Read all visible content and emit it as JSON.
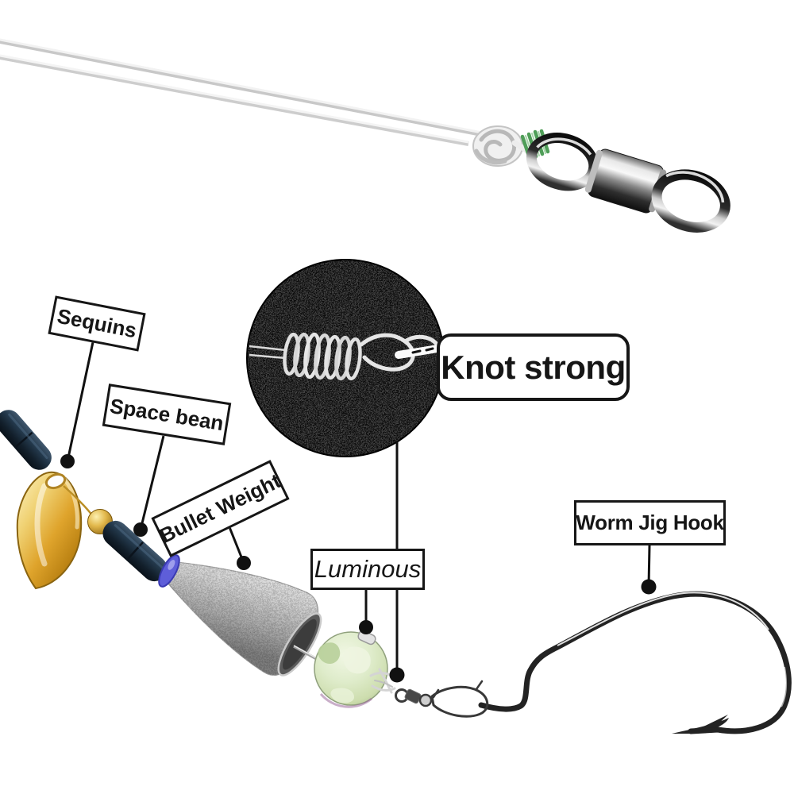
{
  "labels": {
    "sequins": "Sequins",
    "space_bean": "Space bean",
    "bullet_weight": "Bullet Weight",
    "luminous": "Luminous",
    "knot_strong": "Knot strong",
    "worm_jig_hook": "Worm Jig Hook"
  },
  "parts": [
    "fishing-line",
    "line-knot",
    "barrel-swivel",
    "knot-magnifier-circle",
    "spinner-blade-sequin",
    "space-bean-upper",
    "gold-bead",
    "space-bean-lower",
    "bullet-weight",
    "bullet-ring",
    "luminous-bead",
    "leader-knot",
    "snap-swivel",
    "worm-jig-hook"
  ],
  "colors": {
    "background": "#ffffff",
    "label_background": "#ffffff",
    "label_border": "#161616",
    "label_text": "#161616",
    "connector": "#111111",
    "magnifier_circle": "#101010",
    "blade_gold": "#e5b33c",
    "bead_gold": "#dcae45",
    "space_bean_navy": "#1d2c3b",
    "bullet_silver": "#c6c6c6",
    "bullet_ring_blue": "#5e5ed9",
    "luminous_green": "#dde9c9",
    "fishing_line": "#e8e8e8",
    "knot_wrap_green": "#4f9e58",
    "hook_steel": "#232323"
  }
}
